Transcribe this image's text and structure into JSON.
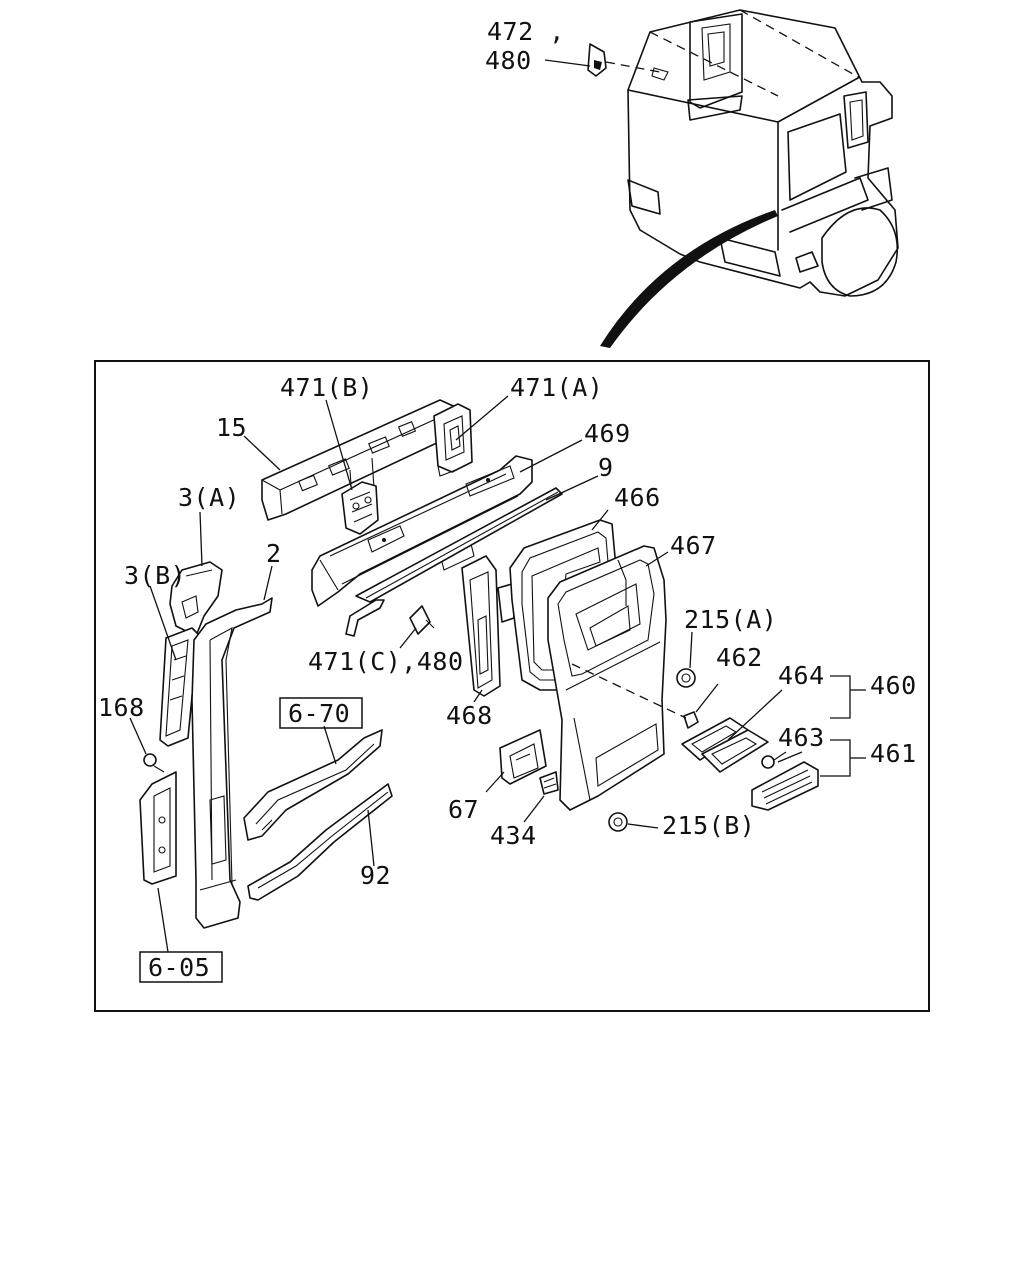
{
  "labels": {
    "l472": "472 ,",
    "l480": "480",
    "l471b": "471(B)",
    "l471a": "471(A)",
    "l15": "15",
    "l469": "469",
    "l9": "9",
    "l466": "466",
    "l467": "467",
    "l3a": "3(A)",
    "l3b": "3(B)",
    "l2": "2",
    "l471c": "471(C),480",
    "l215a": "215(A)",
    "l462": "462",
    "l464": "464",
    "l460": "460",
    "l463": "463",
    "l461": "461",
    "l168": "168",
    "l670": "6-70",
    "l468": "468",
    "l67": "67",
    "l434": "434",
    "l215b": "215(B)",
    "l92": "92",
    "l605": "6-05"
  }
}
